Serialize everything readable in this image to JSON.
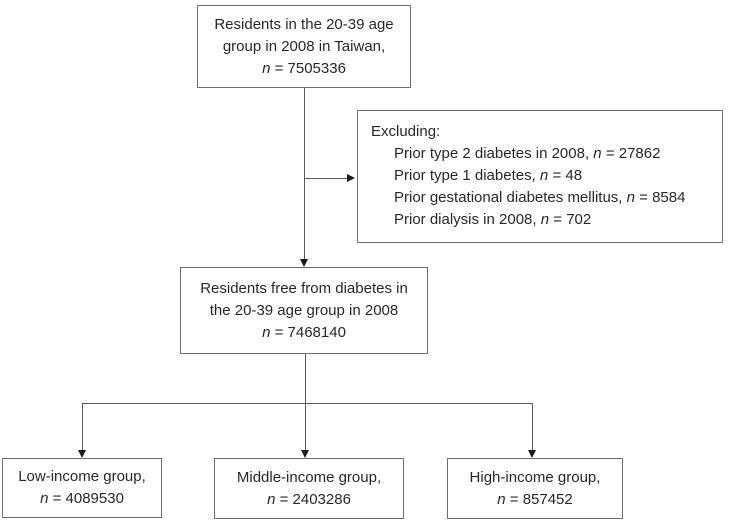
{
  "colors": {
    "background": "#ffffff",
    "box_border": "#6e6e70",
    "text": "#2a2627",
    "connector_line": "#5a5a5c",
    "arrowhead": "#1c1a1b"
  },
  "boxes": {
    "population": {
      "lines": [
        "Residents in the 20-39 age",
        "group in 2008 in Taiwan,"
      ],
      "n_symbol": "n",
      "n_value": "= 7505336"
    },
    "exclusion": {
      "heading": "Excluding:",
      "items": [
        {
          "text": "Prior type 2 diabetes in 2008,",
          "n_symbol": "n",
          "n_value": "= 27862"
        },
        {
          "text": "Prior type 1 diabetes,",
          "n_symbol": "n",
          "n_value": "= 48"
        },
        {
          "text": "Prior gestational diabetes mellitus,",
          "n_symbol": "n",
          "n_value": "= 8584"
        },
        {
          "text": "Prior dialysis in 2008,",
          "n_symbol": "n",
          "n_value": "= 702"
        }
      ]
    },
    "diabetes_free": {
      "lines": [
        "Residents free from diabetes in",
        "the 20-39 age group in 2008"
      ],
      "n_symbol": "n",
      "n_value": "= 7468140"
    },
    "low_income": {
      "label": "Low-income group,",
      "n_symbol": "n",
      "n_value": "= 4089530"
    },
    "middle_income": {
      "label": "Middle-income group,",
      "n_symbol": "n",
      "n_value": "= 2403286"
    },
    "high_income": {
      "label": "High-income group,",
      "n_symbol": "n",
      "n_value": "= 857452"
    }
  }
}
